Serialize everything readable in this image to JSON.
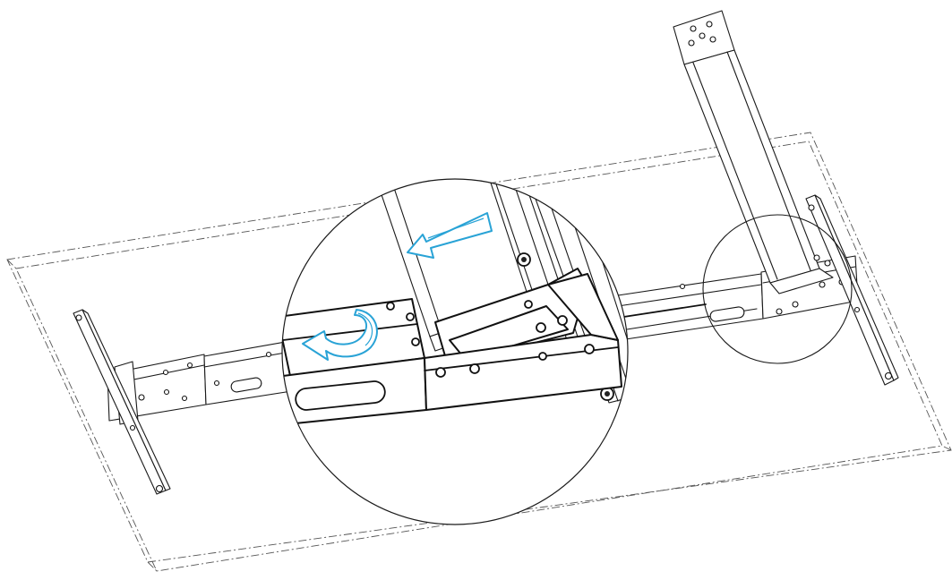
{
  "figure": {
    "kind": "assembly-instruction-illustration",
    "colors": {
      "linework": "#1a1a1a",
      "tabletop_outline": "#555555",
      "instruction_arrows": "#29a3d6",
      "background": "#ffffff"
    },
    "parts": [
      "tabletop-outline",
      "crossbar-frame",
      "left-foot-bracket",
      "right-foot-bracket",
      "leg-column",
      "detail-circle-small",
      "detail-circle-magnified"
    ],
    "icons": [
      "straight-arrow-icon",
      "curved-rotate-arrow-icon"
    ]
  }
}
